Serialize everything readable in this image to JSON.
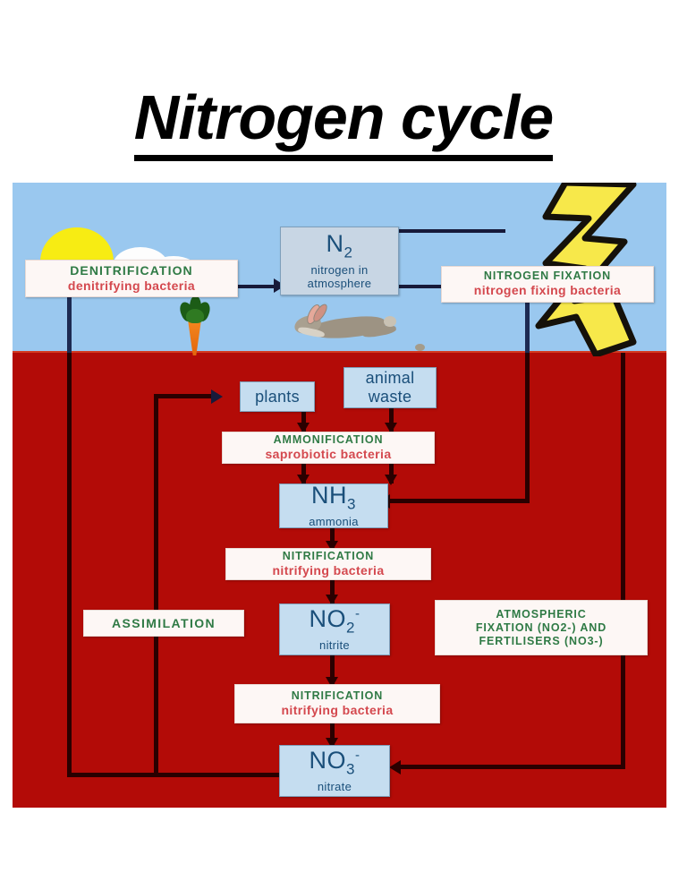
{
  "page": {
    "title": "Nitrogen cycle"
  },
  "diagram": {
    "scenery": {
      "sun": "sun-icon",
      "cloud": "cloud-icon",
      "carrot": "carrot-icon",
      "rabbit": "rabbit-icon",
      "dropping": "animal-dropping-icon",
      "lightning": "lightning-bolt-icon",
      "sky_color": "#9ac8ef",
      "soil_color": "#b30b07"
    },
    "boxes": {
      "denitrification": {
        "line1": "DENITRIFICATION",
        "line2": "denitrifying bacteria"
      },
      "n2": {
        "formula": "N",
        "sub": "2",
        "label_line1": "nitrogen in",
        "label_line2": "atmosphere"
      },
      "nitrogen_fixation": {
        "line1": "NITROGEN FIXATION",
        "line2": "nitrogen fixing bacteria"
      },
      "plants": {
        "label": "plants"
      },
      "animal_waste": {
        "line1": "animal",
        "line2": "waste"
      },
      "ammonification": {
        "line1": "AMMONIFICATION",
        "line2": "saprobiotic bacteria"
      },
      "nh3": {
        "formula": "NH",
        "sub": "3",
        "label": "ammonia"
      },
      "nitrification_1": {
        "line1": "NITRIFICATION",
        "line2": "nitrifying bacteria"
      },
      "assimilation": {
        "label": "ASSIMILATION"
      },
      "no2": {
        "formula": "NO",
        "sub": "2",
        "sup": "-",
        "label": "nitrite"
      },
      "atmospheric_fixation": {
        "line1": "ATMOSPHERIC",
        "line2": "FIXATION (NO2-) AND",
        "line3": "FERTILISERS (NO3-)"
      },
      "nitrification_2": {
        "line1": "NITRIFICATION",
        "line2": "nitrifying bacteria"
      },
      "no3": {
        "formula": "NO",
        "sub": "3",
        "sup": "-",
        "label": "nitrate"
      }
    },
    "colors": {
      "process_heading": "#2f7a45",
      "process_subtext": "#d4484e",
      "chem_text": "#1a4f7a",
      "chem_fill": "#c5ddf0",
      "connector": "#171a3a"
    }
  }
}
